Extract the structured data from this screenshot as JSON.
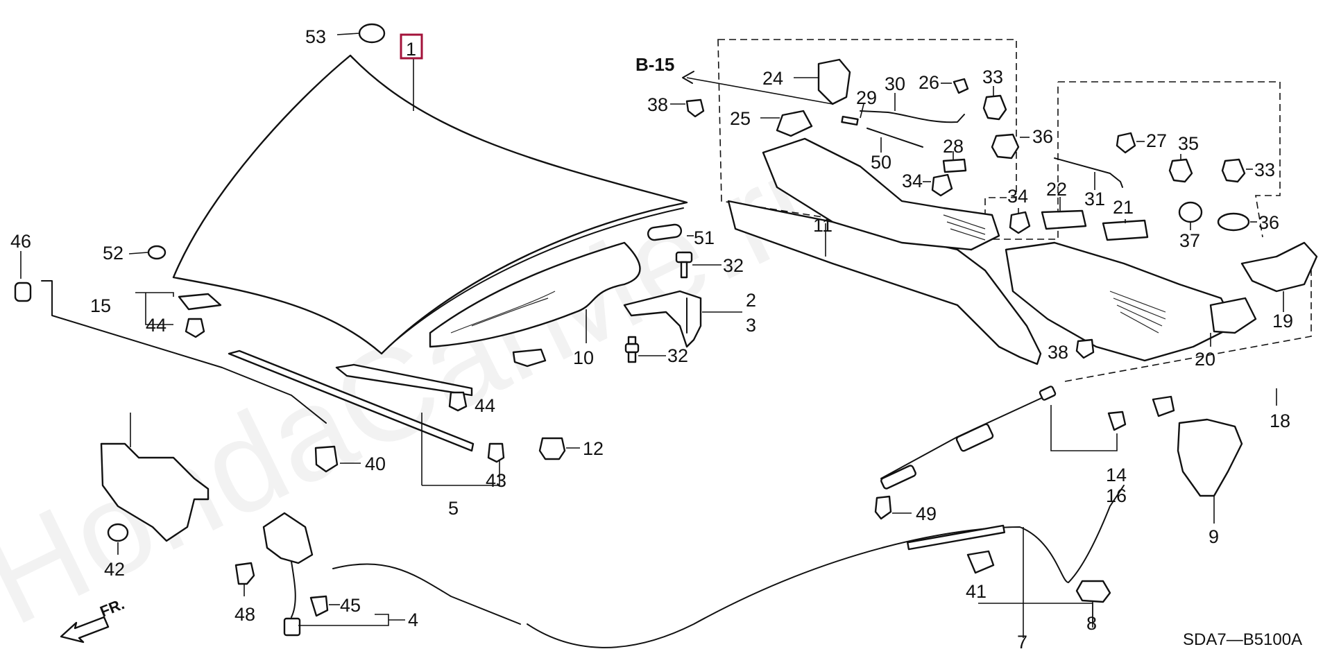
{
  "diagram": {
    "code": "SDA7—B5100A",
    "watermark": "HondaCarMe.ru",
    "direction_label": "FR.",
    "section_ref": "B-15",
    "highlighted_callout": "1",
    "callouts": {
      "c1": "1",
      "c2": "2",
      "c3": "3",
      "c4": "4",
      "c5": "5",
      "c7": "7",
      "c8": "8",
      "c9": "9",
      "c10": "10",
      "c11": "11",
      "c12": "12",
      "c14": "14",
      "c15": "15",
      "c16": "16",
      "c18": "18",
      "c19": "19",
      "c20": "20",
      "c21": "21",
      "c22": "22",
      "c24": "24",
      "c25": "25",
      "c26": "26",
      "c27": "27",
      "c28": "28",
      "c29": "29",
      "c30": "30",
      "c31": "31",
      "c32a": "32",
      "c32b": "32",
      "c33a": "33",
      "c33b": "33",
      "c34a": "34",
      "c34b": "34",
      "c35": "35",
      "c36a": "36",
      "c36b": "36",
      "c37": "37",
      "c38a": "38",
      "c38b": "38",
      "c40": "40",
      "c41": "41",
      "c42": "42",
      "c43": "43",
      "c44a": "44",
      "c44b": "44",
      "c45": "45",
      "c46": "46",
      "c48": "48",
      "c49": "49",
      "c50": "50",
      "c51": "51",
      "c52": "52",
      "c53": "53"
    }
  },
  "colors": {
    "line": "#111111",
    "highlight": "#a3123a",
    "background": "#ffffff"
  }
}
